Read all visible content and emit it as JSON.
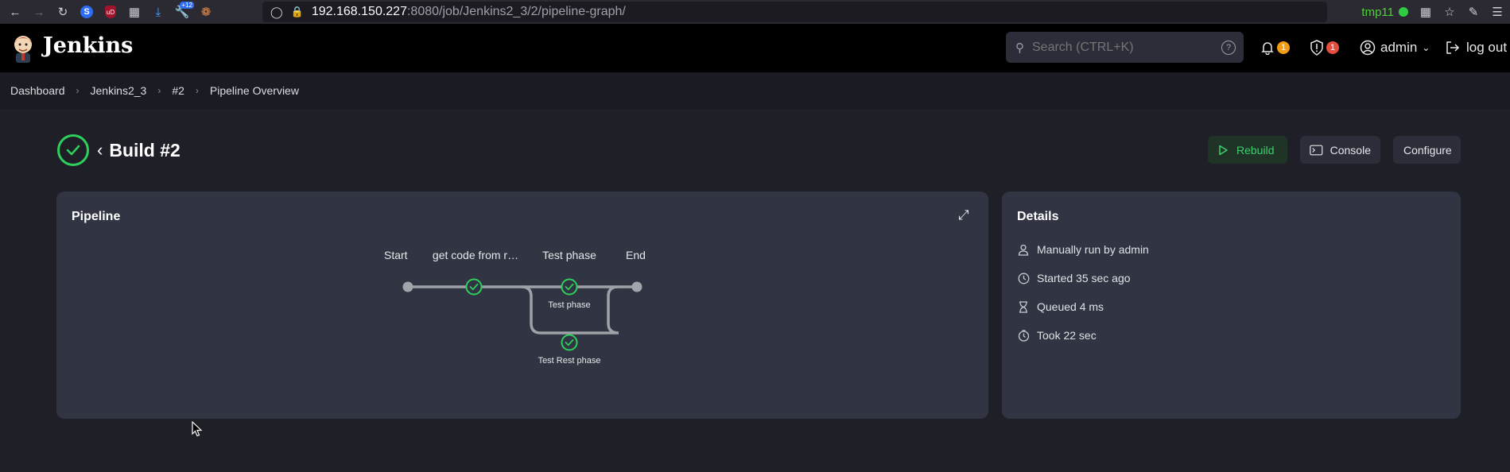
{
  "browser": {
    "url_host": "192.168.150.227",
    "url_rest": ":8080/job/Jenkins2_3/2/pipeline-graph/",
    "profile_label": "tmp11",
    "extension_badge": "+12"
  },
  "header": {
    "brand": "Jenkins",
    "search_placeholder": "Search (CTRL+K)",
    "notifications_count": "1",
    "security_count": "1",
    "user": "admin",
    "logout": "log out"
  },
  "breadcrumb": [
    "Dashboard",
    "Jenkins2_3",
    "#2",
    "Pipeline Overview"
  ],
  "build": {
    "title": "Build #2",
    "rebuild": "Rebuild",
    "console": "Console",
    "configure": "Configure"
  },
  "pipeline": {
    "title": "Pipeline",
    "stages": {
      "start": "Start",
      "stage1": "get code from r…",
      "stage2": "Test phase",
      "end": "End",
      "parallel1": "Test phase",
      "parallel2": "Test Rest phase"
    }
  },
  "details": {
    "title": "Details",
    "items": [
      {
        "icon": "user-icon",
        "text": "Manually run by admin"
      },
      {
        "icon": "clock-icon",
        "text": "Started 35 sec ago"
      },
      {
        "icon": "hourglass-icon",
        "text": "Queued 4 ms"
      },
      {
        "icon": "timer-icon",
        "text": "Took 22 sec"
      }
    ]
  },
  "colors": {
    "success": "#2fcf5c",
    "badge_orange": "#f39c12",
    "badge_red": "#e74c3c"
  }
}
